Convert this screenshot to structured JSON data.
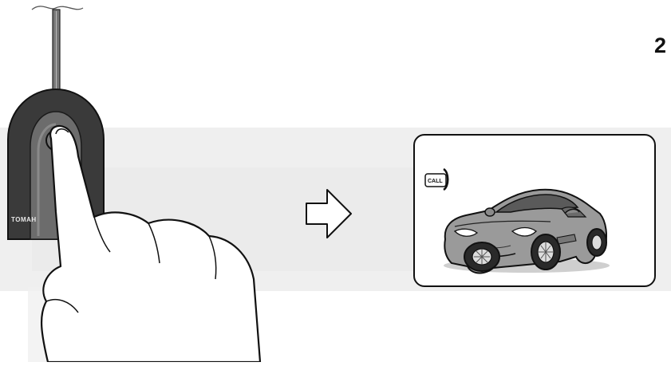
{
  "step": {
    "number": "2"
  },
  "fob": {
    "brand_text": "TOMAH"
  },
  "display": {
    "call_label": "CALL"
  },
  "icons": {
    "arrow": "arrow-right-icon",
    "car": "car-icon",
    "call": "call-icon",
    "hand": "pointing-hand-icon",
    "fob": "key-fob-icon"
  },
  "colors": {
    "fob_body": "#3a3a3a",
    "fob_panel": "#6c6c6c",
    "car_body": "#9a9a9a",
    "outline": "#1a1a1a",
    "background_band": "#efefef"
  }
}
